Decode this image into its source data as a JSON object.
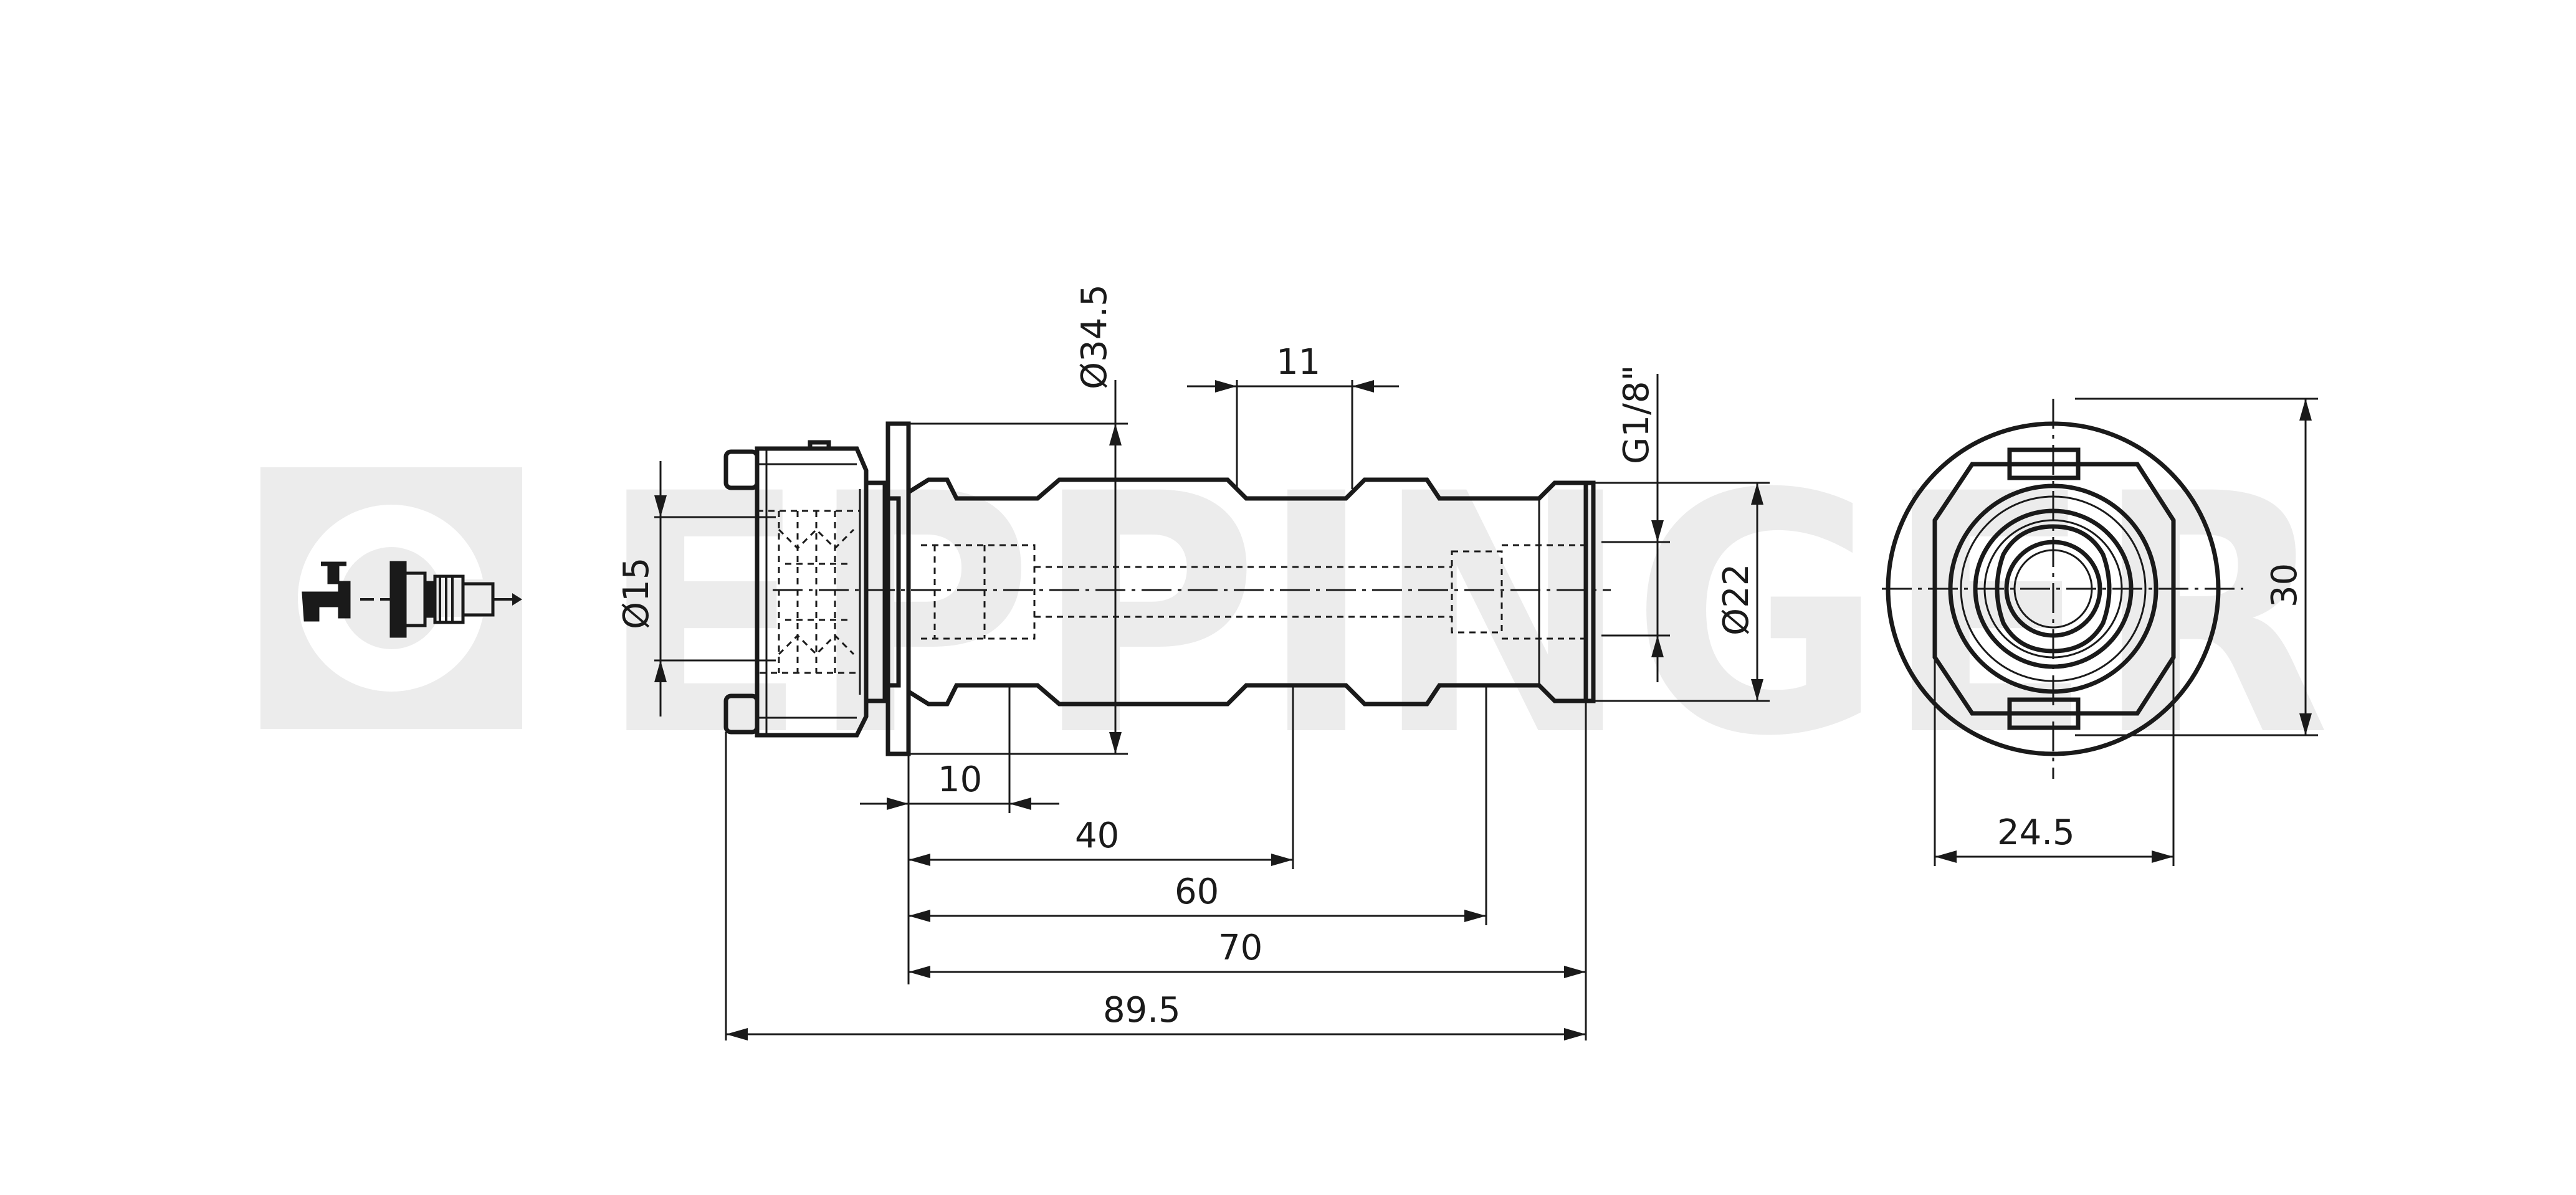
{
  "watermark": {
    "text": "EPPINGER",
    "color": "#ececec"
  },
  "drawing": {
    "line_color": "#1a1a1a",
    "background": "#ffffff"
  },
  "dimensions": {
    "d34_5": "Ø34.5",
    "len_11": "11",
    "g1_8": "G1/8\"",
    "d15": "Ø15",
    "d22": "Ø22",
    "len_10": "10",
    "len_40": "40",
    "len_60": "60",
    "len_70": "70",
    "len_89_5": "89.5",
    "len_30": "30",
    "len_24_5": "24.5"
  },
  "icons": {
    "application_symbol": "tap-with-coolant-nozzle-icon"
  }
}
